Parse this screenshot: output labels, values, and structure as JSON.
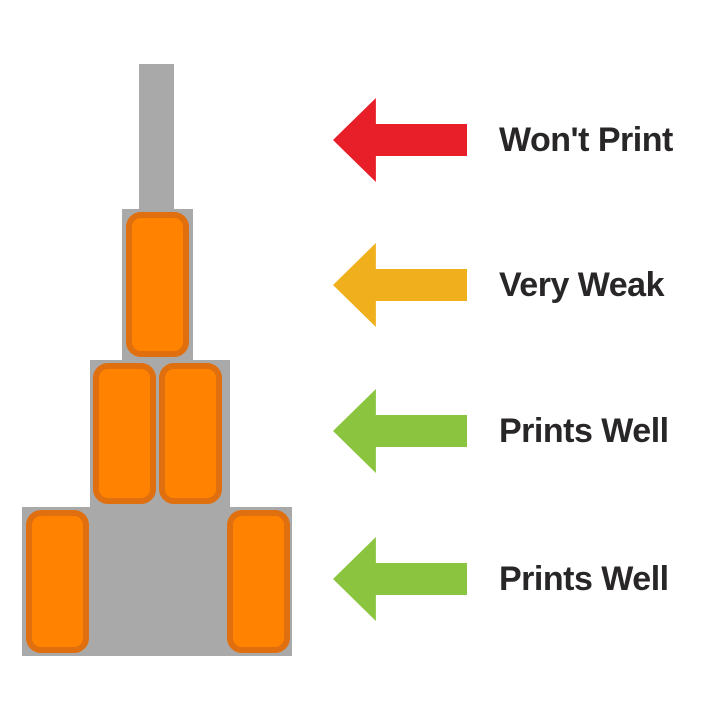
{
  "colors": {
    "background": "#ffffff",
    "gray_model": "#a9a9a9",
    "wall_fill": "#ff8300",
    "wall_border": "#e06f10",
    "arrow_red": "#e81e29",
    "arrow_amber": "#f0b01e",
    "arrow_green": "#8bc53f",
    "label_text": "#282626"
  },
  "tower": {
    "tiers": [
      {
        "name": "tier-1-thinnest-spike",
        "orange_blocks": 0,
        "status_label": "Won't Print"
      },
      {
        "name": "tier-2",
        "orange_blocks": 1,
        "status_label": "Very Weak"
      },
      {
        "name": "tier-3",
        "orange_blocks": 2,
        "status_label": "Prints Well"
      },
      {
        "name": "tier-4-widest-base",
        "orange_blocks": 2,
        "status_label": "Prints Well"
      }
    ]
  },
  "annotations": [
    {
      "label": "Won't Print",
      "arrow_icon": "left-arrow-icon",
      "arrow_color": "#e81e29"
    },
    {
      "label": "Very Weak",
      "arrow_icon": "left-arrow-icon",
      "arrow_color": "#f0b01e"
    },
    {
      "label": "Prints Well",
      "arrow_icon": "left-arrow-icon",
      "arrow_color": "#8bc53f"
    },
    {
      "label": "Prints Well",
      "arrow_icon": "left-arrow-icon",
      "arrow_color": "#8bc53f"
    }
  ]
}
